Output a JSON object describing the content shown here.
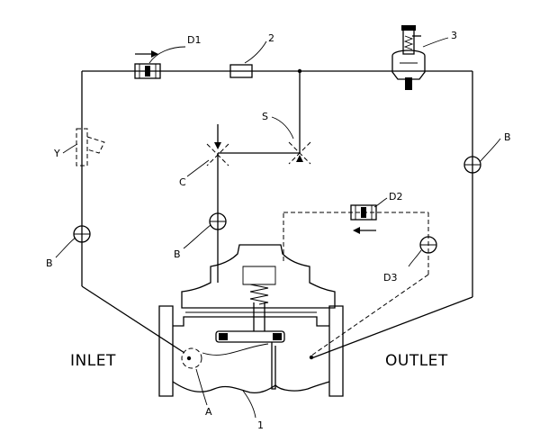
{
  "labels": {
    "d1": "D1",
    "n2": "2",
    "n3": "3",
    "s": "S",
    "b_right": "B",
    "y": "Y",
    "c": "C",
    "d2": "D2",
    "b_left": "B",
    "b_mid": "B",
    "d3": "D3",
    "inlet": "INLET",
    "outlet": "OUTLET",
    "a": "A",
    "n1": "1"
  }
}
